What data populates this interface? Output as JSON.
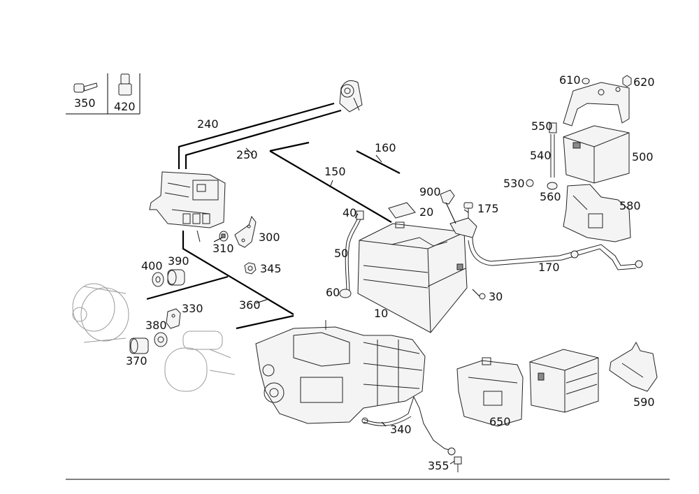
{
  "callouts": {
    "c350": "350",
    "c420": "420",
    "c240": "240",
    "c250": "250",
    "c160": "160",
    "c150": "150",
    "c900": "900",
    "c20": "20",
    "c175": "175",
    "c40": "40",
    "c50": "50",
    "c60": "60",
    "c10": "10",
    "c30": "30",
    "c170": "170",
    "c300": "300",
    "c310": "310",
    "c345": "345",
    "c400": "400",
    "c390": "390",
    "c360": "360",
    "c330": "330",
    "c380": "380",
    "c370": "370",
    "c340": "340",
    "c355": "355",
    "c650": "650",
    "c590": "590",
    "c610": "610",
    "c620": "620",
    "c550": "550",
    "c540": "540",
    "c500": "500",
    "c530": "530",
    "c560": "560",
    "c580": "580"
  }
}
